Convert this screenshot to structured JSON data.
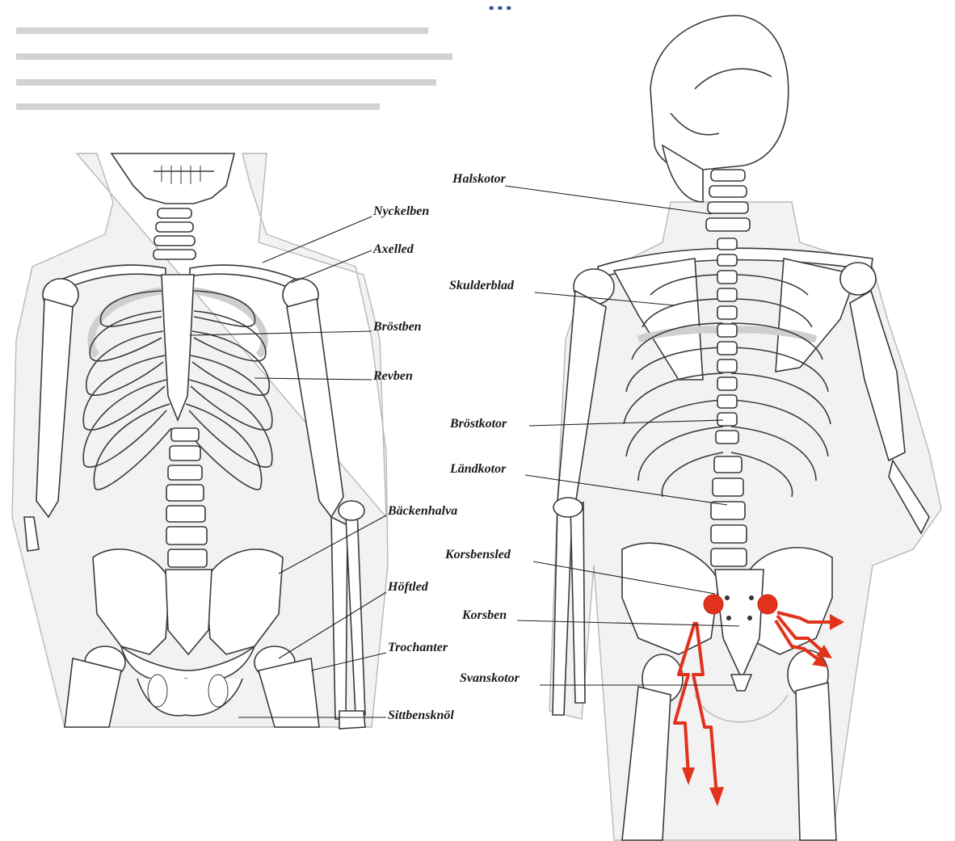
{
  "heading_fragment": "…",
  "labels": {
    "front": {
      "nyckelben": "Nyckelben",
      "axelled": "Axelled",
      "brostben": "Bröstben",
      "revben": "Revben",
      "backenhalva": "Bäckenhalva",
      "hoftled": "Höftled",
      "trochanter": "Trochanter",
      "sittbensknol": "Sittbensknöl"
    },
    "back": {
      "halskotor": "Halskotor",
      "skulderblad": "Skulderblad",
      "brostkotor": "Bröstkotor",
      "landkotor": "Ländkotor",
      "korsbensled": "Korsbensled",
      "korsben": "Korsben",
      "svanskotor": "Svanskotor"
    }
  },
  "colors": {
    "heading": "#2b4f8e",
    "pain_marker": "#e2321c",
    "outline": "#3a3a3a",
    "skin": "#f2f2f2"
  },
  "icons": [
    "pain-point-icon",
    "radiating-pain-arrow-icon"
  ]
}
